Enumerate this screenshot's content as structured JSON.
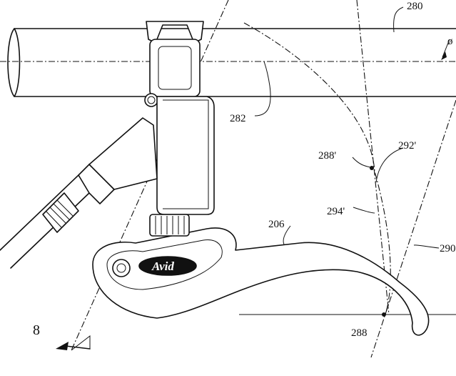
{
  "labels": {
    "ref_280": "280",
    "ref_282": "282",
    "ref_288": "288",
    "ref_288_prime": "288'",
    "ref_292_prime": "292'",
    "ref_294_prime": "294'",
    "ref_206": "206",
    "ref_290": "290",
    "ref_8": "8",
    "ref_diameter": "ø"
  },
  "logo_text": "Avid"
}
